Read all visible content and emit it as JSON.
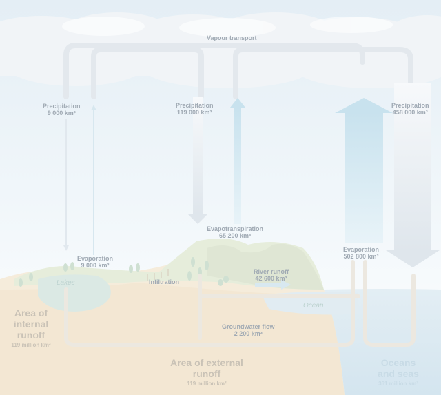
{
  "diagram": {
    "vapour_transport": "Vapour transport",
    "precip_internal": {
      "label": "Precipitation",
      "value": "9 000 km³"
    },
    "evap_internal": {
      "label": "Evaporation",
      "value": "9 000 km³"
    },
    "precip_land": {
      "label": "Precipitation",
      "value": "119 000 km³"
    },
    "evapotranspiration": {
      "label": "Evapotranspiration",
      "value": "65 200 km³"
    },
    "precip_ocean": {
      "label": "Precipitation",
      "value": "458 000 km³"
    },
    "evap_ocean": {
      "label": "Evaporation",
      "value": "502 800 km³"
    },
    "river_runoff": {
      "label": "River runoff",
      "value": "42 600 km³"
    },
    "groundwater": {
      "label": "Groundwater flow",
      "value": "2 200 km³"
    },
    "infiltration": "Infiltration",
    "lakes": "Lakes",
    "ocean": "Ocean",
    "area_internal": {
      "label": "Area of internal runoff",
      "value": "119 million km²"
    },
    "area_external": {
      "label": "Area of external runoff",
      "value": "119 million km²"
    },
    "oceans_seas": {
      "label": "Oceans and seas",
      "value": "361 million km²"
    }
  },
  "colors": {
    "label_text": "#9fa9b3",
    "land": "#f3ead9",
    "sea": "#dbe9f1",
    "arrow_blue": "#cfe4ee",
    "arrow_grey": "#e6eaee"
  }
}
